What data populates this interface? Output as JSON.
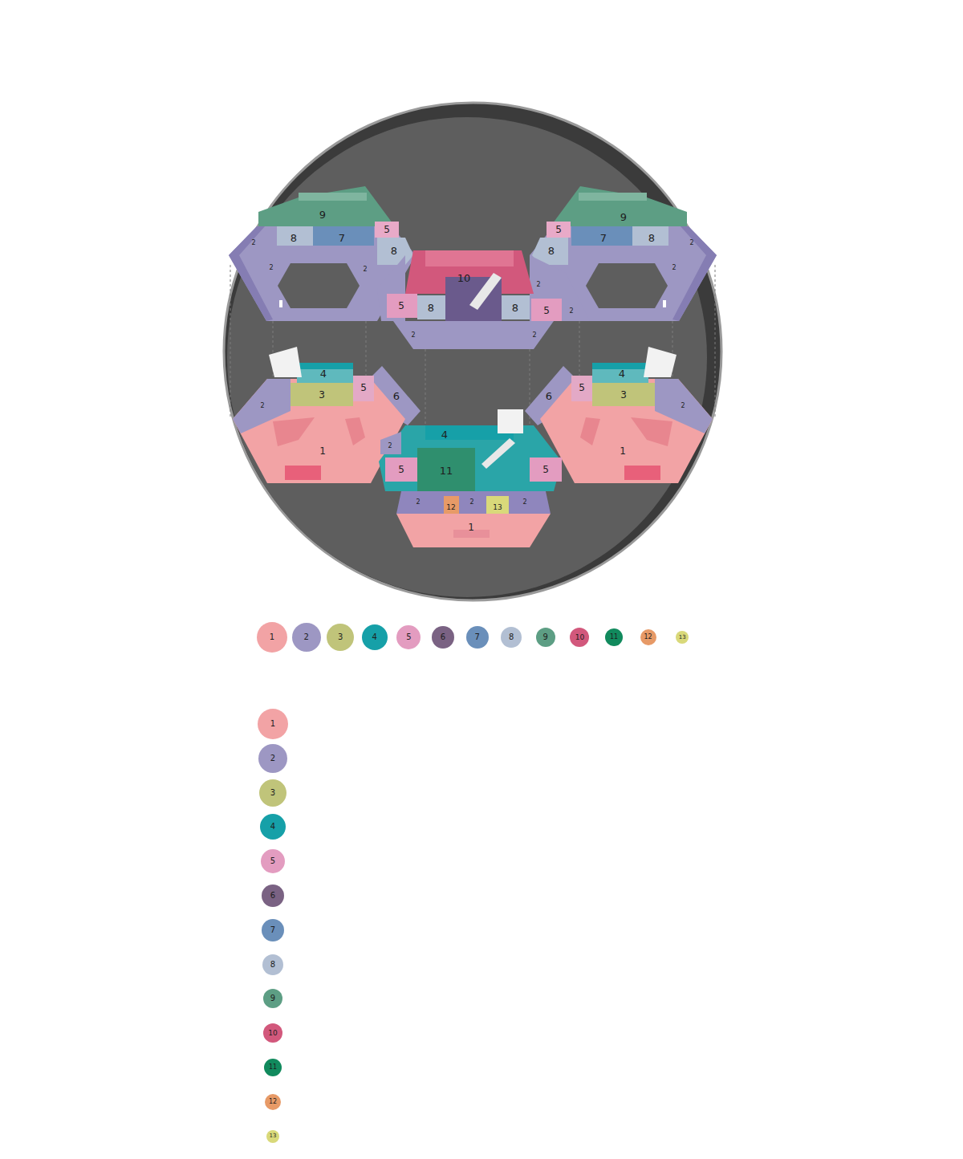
{
  "diagram": {
    "labels": [
      "9",
      "5",
      "2",
      "8",
      "7",
      "8",
      "2",
      "2",
      "10",
      "2",
      "5",
      "8",
      "8",
      "5",
      "2",
      "2",
      "2",
      "9",
      "5",
      "7",
      "8",
      "8",
      "2",
      "2",
      "4",
      "5",
      "3",
      "6",
      "2",
      "1",
      "4",
      "2",
      "5",
      "11",
      "5",
      "2",
      "12",
      "2",
      "13",
      "2",
      "1",
      "4",
      "5",
      "3",
      "6",
      "2",
      "1"
    ],
    "legend": [
      {
        "text": "1",
        "color": "#f2a3a5"
      },
      {
        "text": "2",
        "color": "#9d97c3"
      },
      {
        "text": "3",
        "color": "#c0c47a"
      },
      {
        "text": "4",
        "color": "#16a0a8"
      },
      {
        "text": "5",
        "color": "#e39cc0"
      },
      {
        "text": "6",
        "color": "#7a6283"
      },
      {
        "text": "7",
        "color": "#6a8fba"
      },
      {
        "text": "8",
        "color": "#b2bfd3"
      },
      {
        "text": "9",
        "color": "#5d9e84"
      },
      {
        "text": "10",
        "color": "#d2587c"
      },
      {
        "text": "11",
        "color": "#118a5d"
      },
      {
        "text": "12",
        "color": "#e79a67"
      },
      {
        "text": "13",
        "color": "#d9d97a"
      },
      {
        "text": "1",
        "color": "#f2a3a5"
      },
      {
        "text": "2",
        "color": "#9d97c3"
      },
      {
        "text": "3",
        "color": "#c0c47a"
      },
      {
        "text": "4",
        "color": "#16a0a8"
      },
      {
        "text": "5",
        "color": "#e39cc0"
      },
      {
        "text": "6",
        "color": "#7a6283"
      },
      {
        "text": "7",
        "color": "#6a8fba"
      },
      {
        "text": "8",
        "color": "#b2bfd3"
      },
      {
        "text": "9",
        "color": "#5d9e84"
      },
      {
        "text": "10",
        "color": "#d2587c"
      },
      {
        "text": "11",
        "color": "#118a5d"
      },
      {
        "text": "12",
        "color": "#e79a67"
      },
      {
        "text": "13",
        "color": "#d9d97a"
      }
    ]
  }
}
